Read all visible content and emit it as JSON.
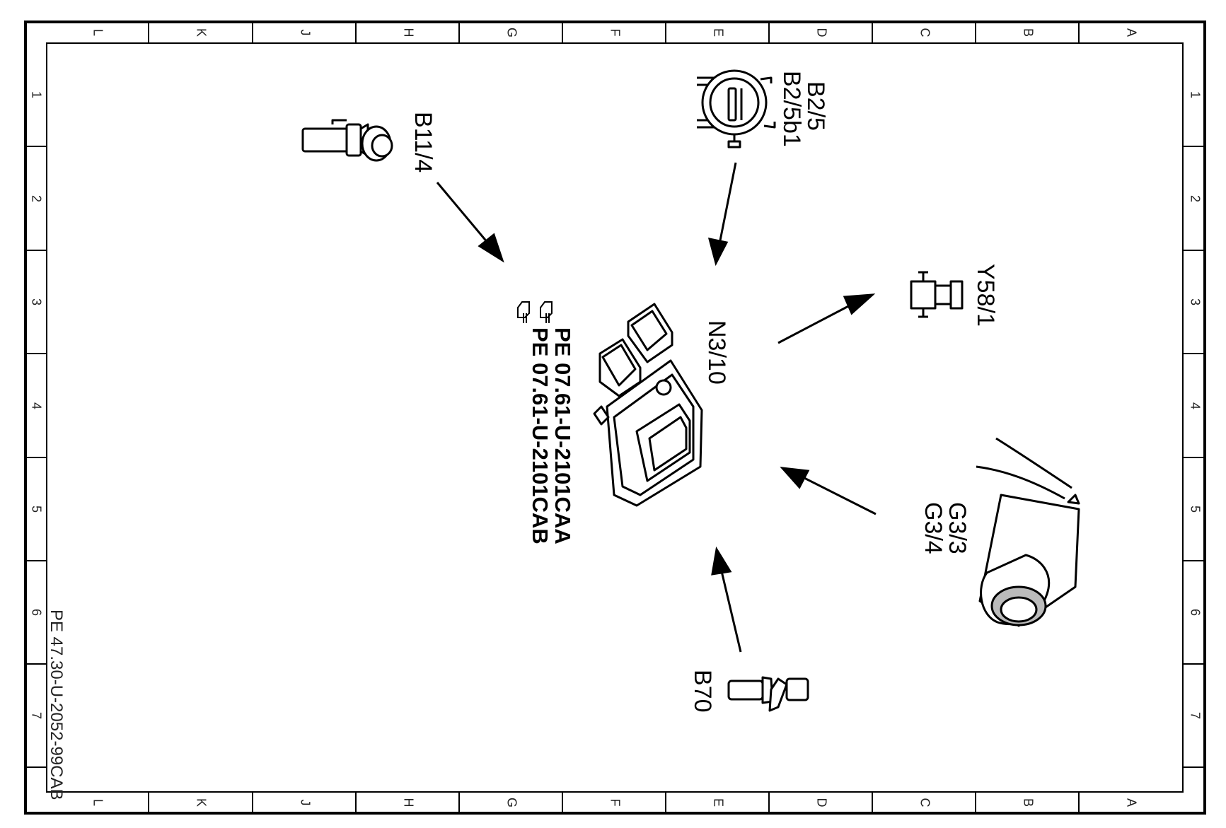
{
  "frame": {
    "zone_letters": [
      "L",
      "K",
      "J",
      "H",
      "G",
      "F",
      "E",
      "D",
      "C",
      "B",
      "A"
    ],
    "zone_numbers": [
      "1",
      "2",
      "3",
      "4",
      "5",
      "6",
      "7"
    ]
  },
  "components": {
    "b11_4": "B11/4",
    "b2_5": "B2/5",
    "b2_5b1": "B2/5b1",
    "n3_10": "N3/10",
    "y58_1": "Y58/1",
    "g3_3": "G3/3",
    "g3_4": "G3/4",
    "b70": "B70"
  },
  "references": {
    "ref_a": "PE  07.61-U-2101CAA",
    "ref_b": "PE  07.61-U-2101CAB"
  },
  "document_id": "PE 47.30-U-2052-99CAB",
  "icons": {
    "reference": "pointing-hand-icon"
  }
}
